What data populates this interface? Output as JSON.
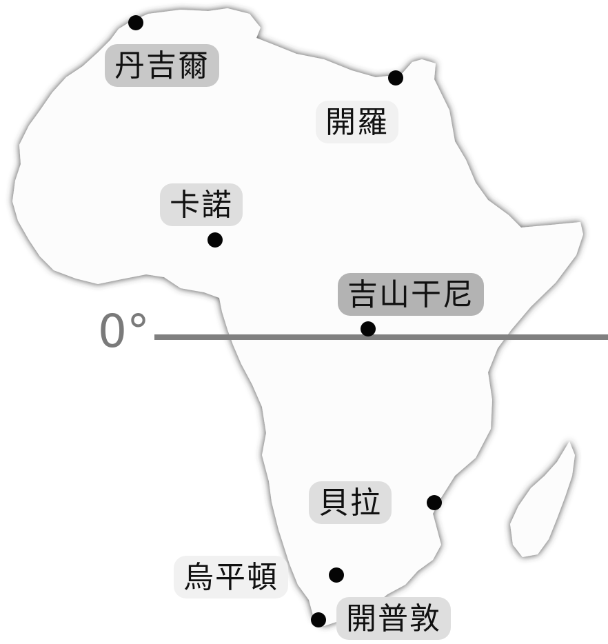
{
  "equator": {
    "label": "0°",
    "latitude": 0
  },
  "colors": {
    "land": "#fcfcfc",
    "land_shadow": "#3a3a3a",
    "equator_line": "#808080",
    "marker": "#050505"
  },
  "places": [
    {
      "id": "algiers",
      "name": "丹吉爾",
      "tone": "dark"
    },
    {
      "id": "cairo",
      "name": "開羅",
      "tone": "light"
    },
    {
      "id": "kano",
      "name": "卡諾",
      "tone": "mid"
    },
    {
      "id": "kilimanjaro",
      "name": "吉山干尼",
      "tone": "darker"
    },
    {
      "id": "beira",
      "name": "貝拉",
      "tone": "mid"
    },
    {
      "id": "upington",
      "name": "烏平頓",
      "tone": "light"
    },
    {
      "id": "capetown",
      "name": "開普敦",
      "tone": "mid"
    }
  ]
}
